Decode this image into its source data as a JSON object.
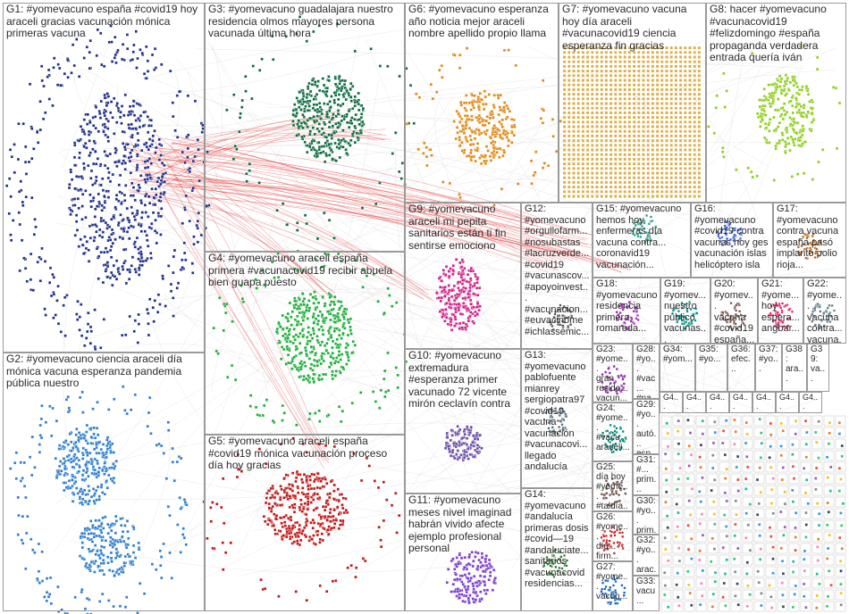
{
  "palette": {
    "G1": "#1f2f8a",
    "G2": "#2f7fd0",
    "G3": "#0e6b3f",
    "G4": "#1fae3a",
    "G5": "#c01818",
    "G6": "#e08a18",
    "G7": "#d8b048",
    "G8": "#8fcf20",
    "G9": "#d21f87",
    "G10": "#6b4fa8",
    "G11": "#7a3fd0",
    "edge": "#e23a3a",
    "edge_light": "#bdbdbd"
  },
  "groups": [
    {
      "id": "G1",
      "label": "G1: #yomevacuno españa #covid19 hoy araceli gracias vacunación mónica primeras vacuna"
    },
    {
      "id": "G2",
      "label": "G2: #yomevacuno ciencia araceli día mónica vacuna esperanza pandemia pública nuestro"
    },
    {
      "id": "G3",
      "label": "G3: #yomevacuno guadalajara nuestro residencia olmos mayores persona vacunada última hora"
    },
    {
      "id": "G4",
      "label": "G4: #yomevacuno araceli españa primera #vacunacovid19 recibir abuela bien guapa puesto"
    },
    {
      "id": "G5",
      "label": "G5: #yomevacuno araceli españa #covid19 mónica vacunación proceso día hoy gracias"
    },
    {
      "id": "G6",
      "label": "G6: #yomevacuno esperanza año noticia mejor araceli nombre apellido propio llama"
    },
    {
      "id": "G7",
      "label": "G7: #yomevacuno vacuna hoy día araceli #vacunacovid19 ciencia esperanza fin gracias"
    },
    {
      "id": "G8",
      "label": "G8: hacer #yomevacuno #vacunacovid19 #felizdomingo #españa propaganda verdadera entrada quería iván"
    },
    {
      "id": "G9",
      "label": "G9: #yomevacuno araceli mi pepita sanitarios están ti fin sentirse emociono"
    },
    {
      "id": "G10",
      "label": "G10: #yomevacuno extremadura #esperanza primer vacunado 72 vicente mirón ceclavín contra"
    },
    {
      "id": "G11",
      "label": "G11: #yomevacuno meses nivel imaginad habrán vivido afecte ejemplo profesional personal"
    },
    {
      "id": "G12",
      "label": "G12:\n#yomevacuno\n#orgullofarm...\n#nosubastas\n#lacruzverde...\n#covid19\n#vacunascov...\n#apoyoinvest...\n#vacunacion...\n#euvacinome\n#ichlassemic..."
    },
    {
      "id": "G13",
      "label": "G13:\n#yomevacuno\npablofuente\nmianrey\nsergiopatra97\n#covid19\nvacuna\nvacunación\n#vacunacovi...\nllegado\nandalucía"
    },
    {
      "id": "G14",
      "label": "G14:\n#yomevacuno\n#andalucía\nprimeras dosis\n#covid—19\n#andaluciate...\nsanitarios\n#vacunacovid\nresidencias..."
    },
    {
      "id": "G15",
      "label": "G15: #yomevacuno\nhemos hoy\nenfermeras día\nvacuna contra...\ncoronavid19\nvacunación..."
    },
    {
      "id": "G16",
      "label": "G16:\n#yomevacuno\n#covid19 contra\nvacunas hoy ges\nvacunación islas\nhelicóptero isla"
    },
    {
      "id": "G17",
      "label": "G17:\n#yomevacuno\ncontra vacuna\nespaña pasó\nimplantó polio\nrioja..."
    },
    {
      "id": "G18",
      "label": "G18:\n#yomevacuno\nresidencia\nprimera\nromareda..."
    },
    {
      "id": "G19",
      "label": "G19:\n#yomev...\nnuestro\npúblico\nvacunas..."
    },
    {
      "id": "G20",
      "label": "G20:\n#yomev...\nvacuna\n#covid19\nespaña..."
    },
    {
      "id": "G21",
      "label": "G21:\n#yome...\nhoy\nespera...\nangbar..."
    },
    {
      "id": "G22",
      "label": "G22:\n#yome...\nvacuna\ncontra...\nvacuna..."
    },
    {
      "id": "G23",
      "label": "G23:\n#yome...\ngran\nreside...\nvacun..."
    },
    {
      "id": "G24",
      "label": "G24:\n#yome...\n#vacu...\naraceli..."
    },
    {
      "id": "G25",
      "label": "G25:\ndía hoy\n#yome...\n#taldía..."
    },
    {
      "id": "G26",
      "label": "G26:\n#yome...\ndía...\nfirm..."
    },
    {
      "id": "G27",
      "label": "G27:\n#yome...\nvacun..."
    },
    {
      "id": "G28",
      "label": "G28:\n#yo...\n#vac...\n#na..."
    },
    {
      "id": "G29",
      "label": "G29:\n#yo...\nautó...\nesp...\nsan..."
    },
    {
      "id": "G30",
      "label": "G30:\n#yo...\nprim..."
    },
    {
      "id": "G31",
      "label": "G31:\n#...\nprim..."
    },
    {
      "id": "G32",
      "label": "G32:\n#yo...\narac..."
    },
    {
      "id": "G33",
      "label": "G33:\nvacu..."
    },
    {
      "id": "G34",
      "label": "G34:\n#yom..."
    },
    {
      "id": "G35",
      "label": "G35:\n#yo..."
    },
    {
      "id": "G36",
      "label": "G36:\nefec..."
    },
    {
      "id": "G37",
      "label": "G37:\n#yo..."
    },
    {
      "id": "G38",
      "label": "G38:\nara..."
    },
    {
      "id": "G39",
      "label": "G39:\nva..."
    },
    {
      "id": "G40",
      "label": "G4..."
    },
    {
      "id": "G41",
      "label": "G4..."
    },
    {
      "id": "G42",
      "label": "G4..."
    },
    {
      "id": "G43",
      "label": "G4..."
    },
    {
      "id": "G44",
      "label": "G4..."
    },
    {
      "id": "G45",
      "label": "G4..."
    },
    {
      "id": "G46",
      "label": "G4..."
    }
  ]
}
